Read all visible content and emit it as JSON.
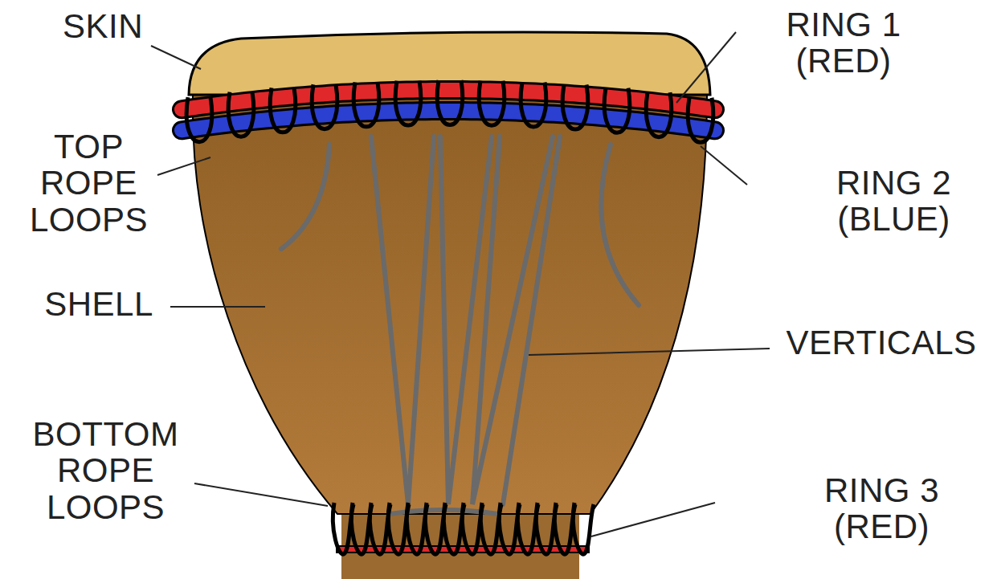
{
  "diagram": {
    "labels": [
      "SKIN",
      "RING 1 (RED)",
      "TOP ROPE LOOPS",
      "RING 2 (BLUE)",
      "SHELL",
      "VERTICALS",
      "BOTTOM ROPE LOOPS",
      "RING 3 (RED)"
    ]
  }
}
